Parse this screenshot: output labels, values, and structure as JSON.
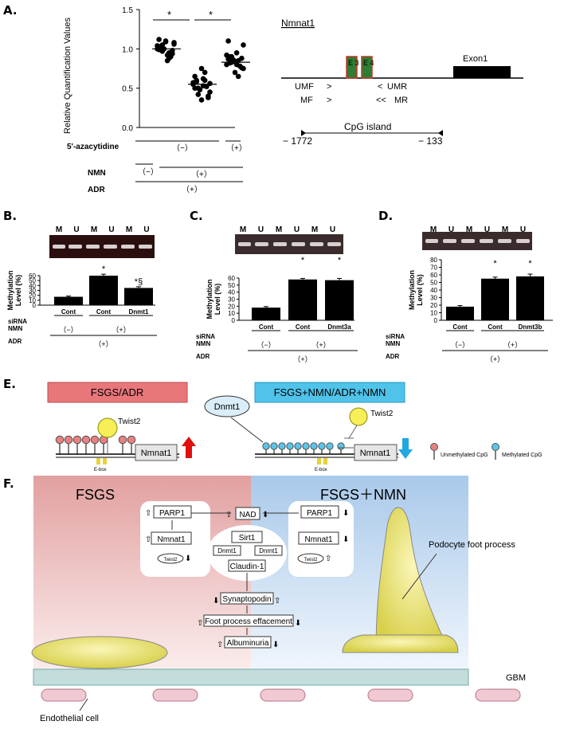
{
  "panels": {
    "a": "A.",
    "b": "B.",
    "c": "C.",
    "d": "D.",
    "e": "E.",
    "f": "F."
  },
  "panelA": {
    "ylabel": "Relative Quantification Values",
    "yticks": [
      "0.0",
      "0.5",
      "1.0",
      "1.5"
    ],
    "sig": [
      "*",
      "*"
    ],
    "rows": [
      {
        "label": "5'-azacytidine",
        "groups": [
          "（−）",
          "（+）"
        ]
      },
      {
        "label": "NMN",
        "groups": [
          "（−）",
          "（+）"
        ]
      },
      {
        "label": "ADR",
        "groups": [
          "（+）"
        ]
      }
    ]
  },
  "gene": {
    "title": "Nmnat1",
    "exon1": "Exon1",
    "e3": "E 3",
    "e4": "E 4",
    "primers": [
      "UMF",
      "UMR",
      "MF",
      "MR"
    ],
    "cpg": "CpG island",
    "pos_left": "− 1772",
    "pos_right": "− 133"
  },
  "chart_data": [
    {
      "type": "scatter",
      "panel": "A",
      "ylabel": "Relative Quantification Values",
      "ylim": [
        0,
        1.5
      ],
      "series": [
        {
          "values": [
            1.0,
            0.95,
            1.05,
            1.08,
            0.92,
            1.02,
            0.98,
            1.1,
            1.12,
            0.9,
            1.0,
            1.04,
            0.88,
            0.97,
            1.06,
            0.85,
            1.03,
            0.94,
            1.09,
            0.99
          ],
          "mean": 1.0
        },
        {
          "values": [
            0.55,
            0.6,
            0.5,
            0.45,
            0.62,
            0.58,
            0.4,
            0.35,
            0.65,
            0.52,
            0.48,
            0.57,
            0.7,
            0.42,
            0.56,
            0.53,
            0.6,
            0.38,
            0.75,
            0.5
          ],
          "mean": 0.55
        },
        {
          "values": [
            0.8,
            0.85,
            0.9,
            0.75,
            0.95,
            0.82,
            0.88,
            0.7,
            1.1,
            0.78,
            0.86,
            0.92,
            0.65,
            0.83,
            1.05,
            0.8,
            0.9,
            0.76,
            0.84,
            0.87
          ],
          "mean": 0.83
        }
      ]
    },
    {
      "type": "bar",
      "panel": "B",
      "ylabel": "Methylation Level (%)",
      "ylim": [
        0,
        60
      ],
      "yticks": [
        0,
        10,
        20,
        30,
        40,
        50,
        60
      ],
      "values": [
        17,
        60,
        35
      ],
      "errors": [
        1.5,
        3,
        2.5
      ],
      "annotations": [
        "",
        "*",
        "*§"
      ],
      "gel_lanes": [
        "M",
        "U",
        "M",
        "U",
        "M",
        "U"
      ],
      "rows": [
        {
          "label": "siRNA",
          "groups": [
            "Cont",
            "Cont",
            "Dnmt1"
          ]
        },
        {
          "label": "NMN",
          "groups": [
            "（−）",
            "（+）"
          ]
        },
        {
          "label": "ADR",
          "groups": [
            "（+）"
          ]
        }
      ]
    },
    {
      "type": "bar",
      "panel": "C",
      "ylabel": "Methylation Level (%)",
      "ylim": [
        0,
        60
      ],
      "yticks": [
        0,
        10,
        20,
        30,
        40,
        50,
        60
      ],
      "values": [
        18,
        58,
        57
      ],
      "errors": [
        1.5,
        1.5,
        2.5
      ],
      "annotations": [
        "",
        "*",
        "*"
      ],
      "gel_lanes": [
        "M",
        "U",
        "M",
        "U",
        "M",
        "U"
      ],
      "rows": [
        {
          "label": "siRNA",
          "groups": [
            "Cont",
            "Cont",
            "Dnmt3a"
          ]
        },
        {
          "label": "NMN",
          "groups": [
            "（−）",
            "（+）"
          ]
        },
        {
          "label": "ADR",
          "groups": [
            "（+）"
          ]
        }
      ]
    },
    {
      "type": "bar",
      "panel": "D",
      "ylabel": "Methylation Level (%)",
      "ylim": [
        0,
        80
      ],
      "yticks": [
        0,
        10,
        20,
        30,
        40,
        50,
        60,
        70,
        80
      ],
      "values": [
        18,
        55,
        58
      ],
      "errors": [
        1.5,
        2,
        3
      ],
      "annotations": [
        "",
        "*",
        "*"
      ],
      "gel_lanes": [
        "M",
        "U",
        "M",
        "U",
        "M",
        "U"
      ],
      "rows": [
        {
          "label": "siRNA",
          "groups": [
            "Cont",
            "Cont",
            "Dnmt3b"
          ]
        },
        {
          "label": "NMN",
          "groups": [
            "（−）",
            "（+）"
          ]
        },
        {
          "label": "ADR",
          "groups": [
            "（+）"
          ]
        }
      ]
    }
  ],
  "panelE": {
    "left_title": "FSGS/ADR",
    "right_title": "FSGS+NMN/ADR+NMN",
    "dnmt1": "Dnmt1",
    "twist2": "Twist2",
    "nmnat1": "Nmnat1",
    "ebox": "E-box",
    "legend_unmeth": "Unmethylated CpG",
    "legend_meth": "Methylated CpG",
    "colors": {
      "left_bg": "#e8777a",
      "right_bg": "#4fc3ea",
      "unmeth": "#e88080",
      "meth": "#5bc4e8",
      "up_arrow": "#e01010",
      "down_arrow": "#22a7e0"
    }
  },
  "panelF": {
    "left_title": "FSGS",
    "right_title": "FSGS＋NMN",
    "podocyte": "Podocyte foot process",
    "gbm": "GBM",
    "endothelial": "Endothelial cell",
    "nodes": {
      "parp1": "PARP1",
      "nmnat1": "Nmnat1",
      "twist2": "Twist2",
      "nad": "NAD",
      "sirt1": "Sirt1",
      "dnmt1": "Dnmt1",
      "claudin": "Claudin-1",
      "synaptopodin": "Synaptopodin",
      "fpe": "Foot process effacement",
      "albuminuria": "Albuminuria"
    }
  }
}
